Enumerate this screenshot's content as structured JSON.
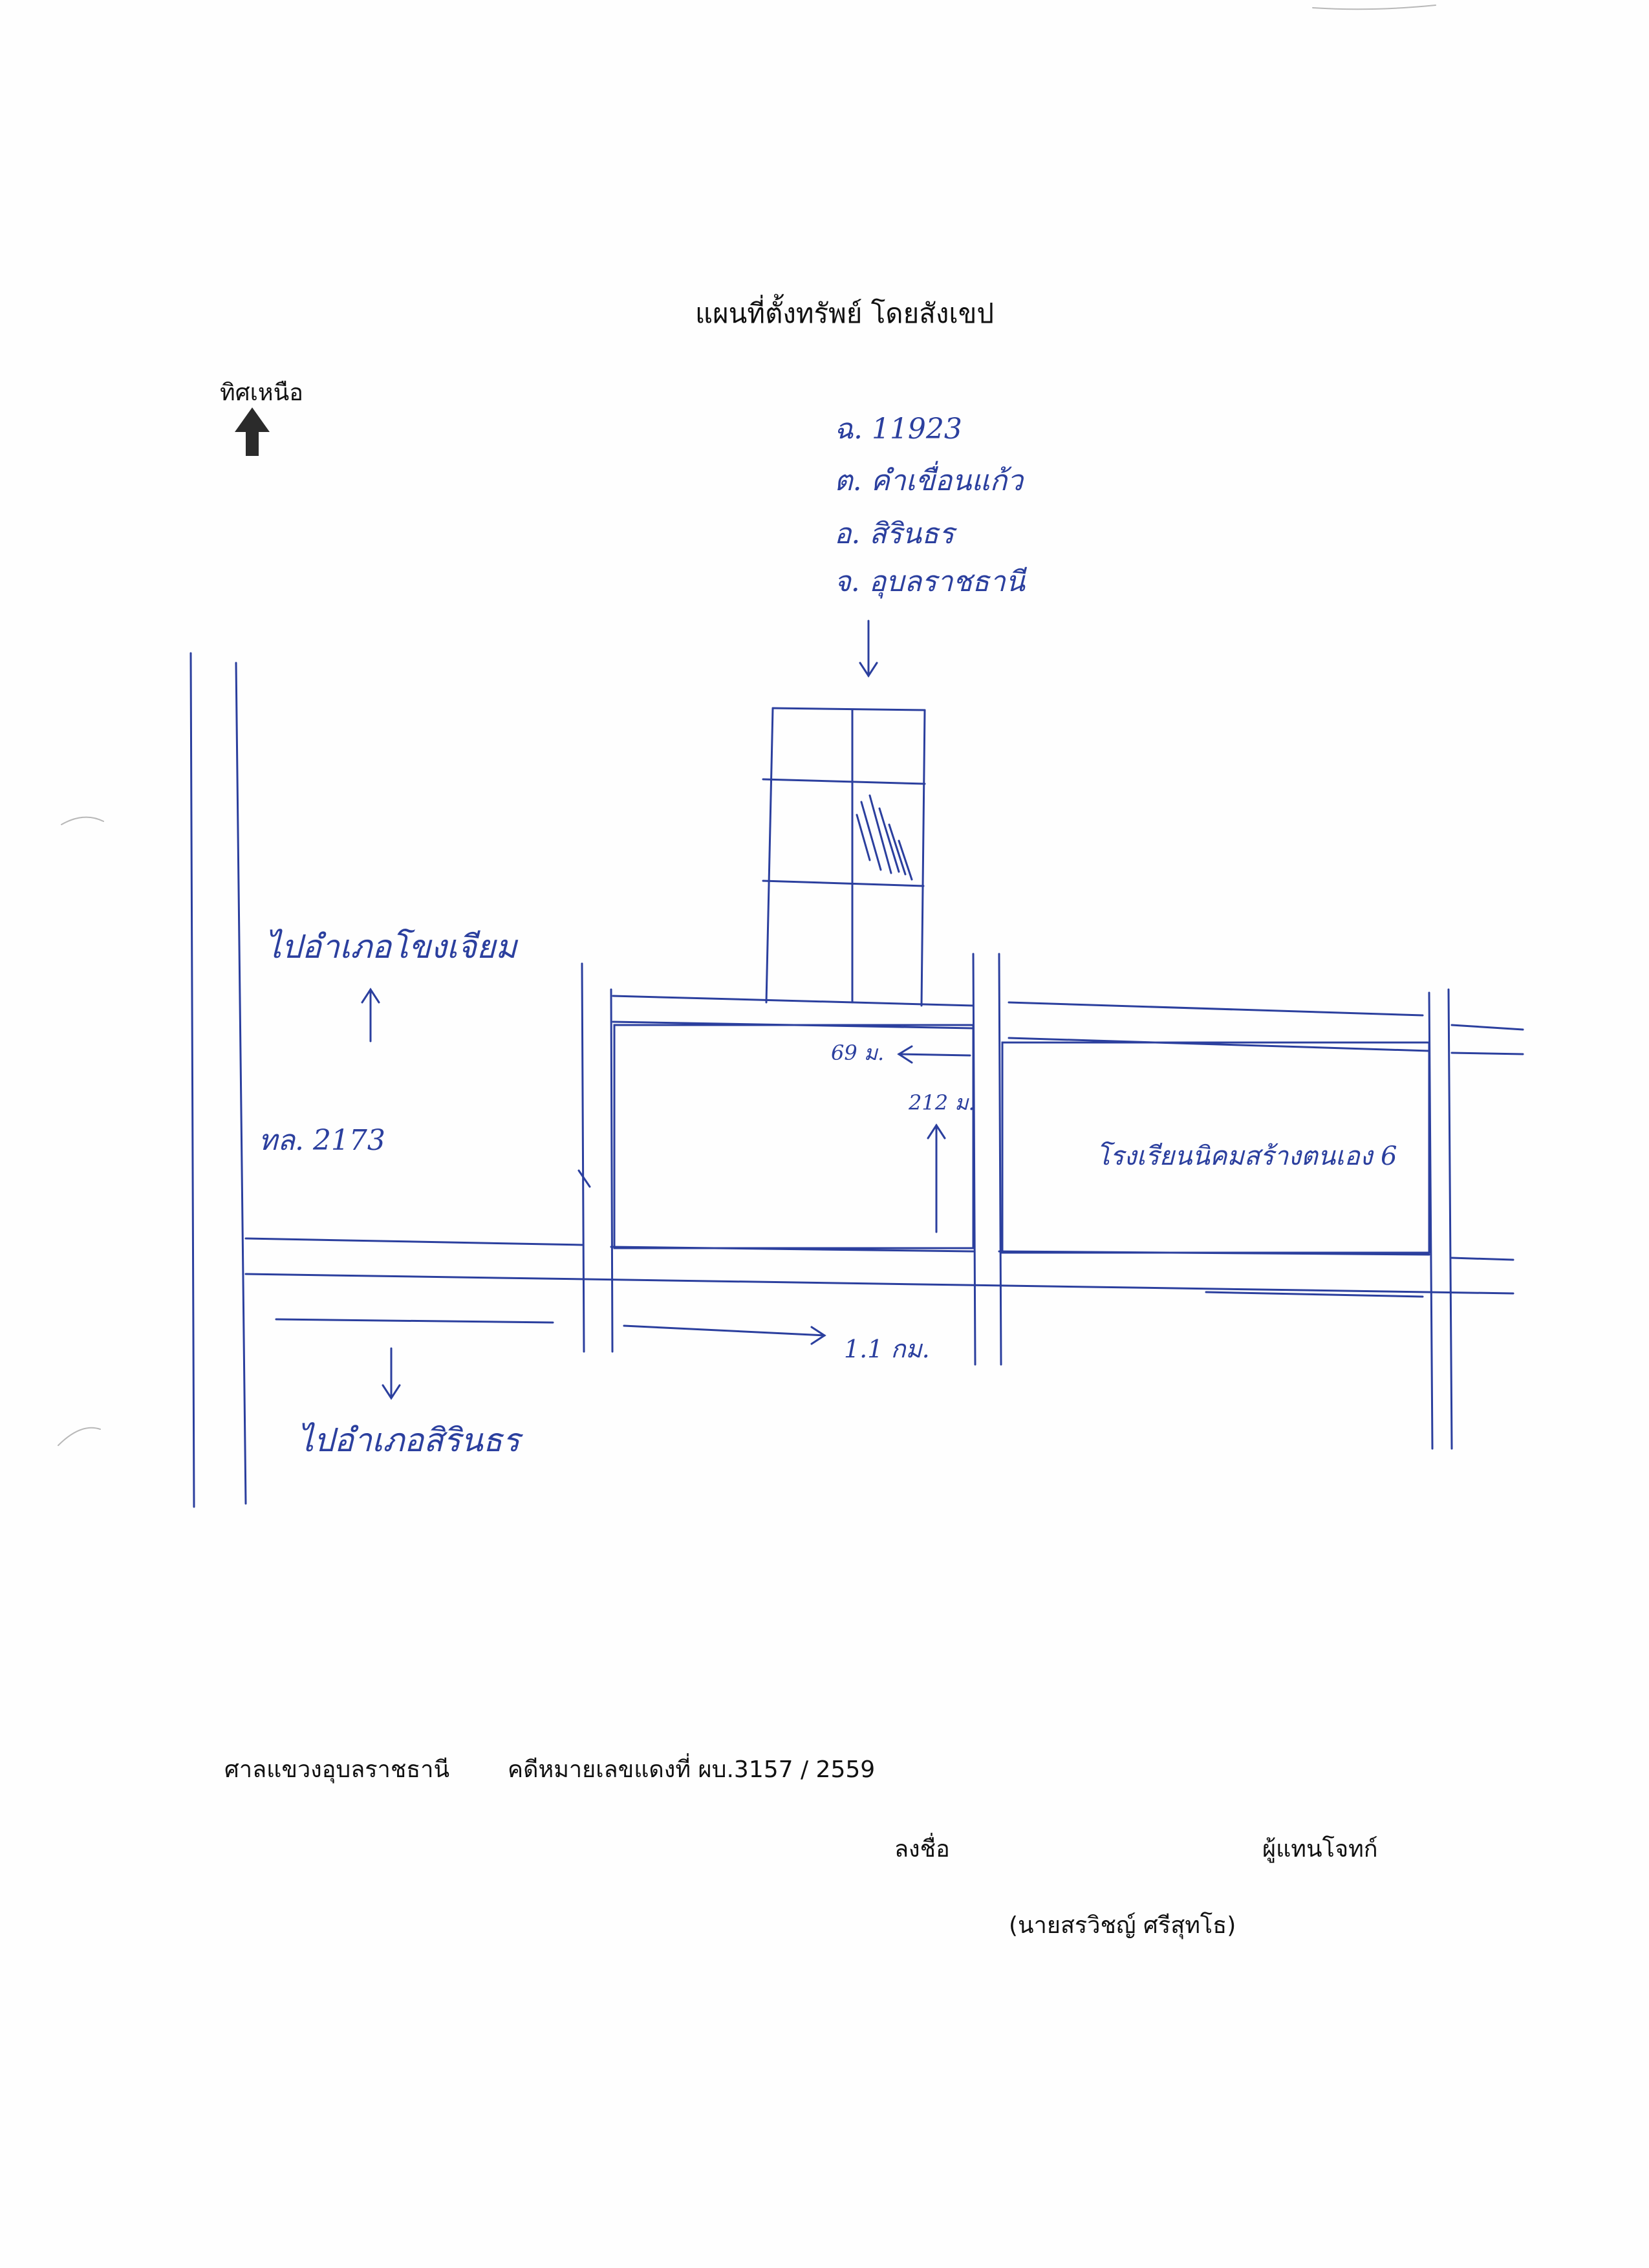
{
  "title": "แผนที่ตั้งทรัพย์ โดยสังเขป",
  "north": {
    "label": "ทิศเหนือ",
    "icon": "north-arrow-icon"
  },
  "parcel": {
    "deed_lines": [
      "ฉ. 11923",
      "ต. คำเขื่อนแก้ว",
      "อ. สิรินธร",
      "จ. อุบลราชธานี"
    ]
  },
  "map_labels": {
    "road_north": "ไปอำเภอโขงเจียม",
    "highway": "ทล. 2173",
    "road_south": "ไปอำเภอสิรินธร",
    "dim_width": "69 ม.",
    "dim_depth": "212 ม.",
    "school": "โรงเรียนนิคมสร้างตนเอง 6",
    "distance": "1.1 กม."
  },
  "footer": {
    "court": "ศาลแขวงอุบลราชธานี",
    "case_number": "คดีหมายเลขแดงที่ ผบ.3157 / 2559",
    "sign_label": "ลงชื่อ",
    "representative_label": "ผู้แทนโจทก์",
    "name": "(นายสรวิชญ์ ศรีสุทโธ)"
  },
  "colors": {
    "ink_blue": "#2b3f9e",
    "print_black": "#111111"
  }
}
